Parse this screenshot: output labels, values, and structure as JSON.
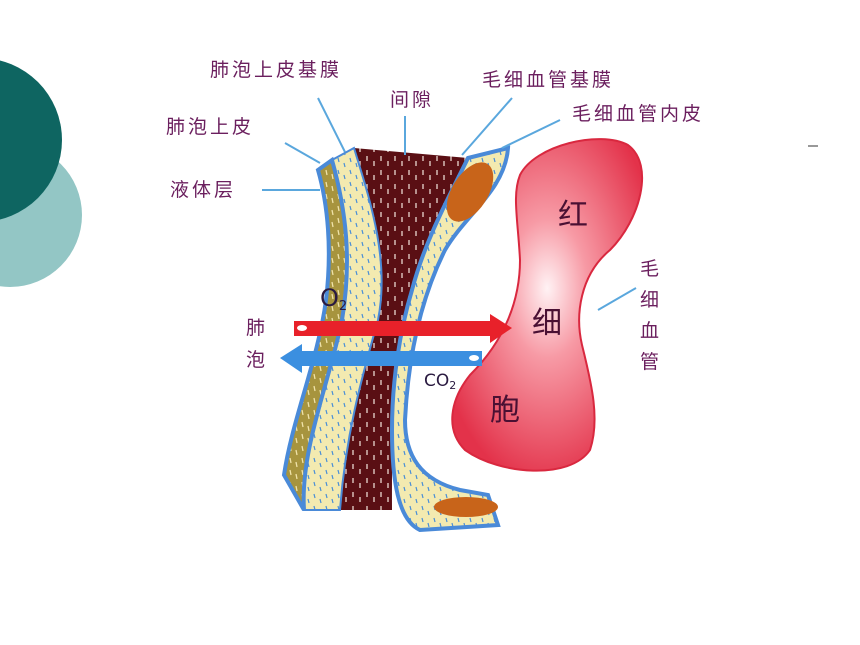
{
  "labels": {
    "alveolar_epithelium_basement_membrane": "肺泡上皮基膜",
    "interstitial_space": "间隙",
    "capillary_basement_membrane": "毛细血管基膜",
    "capillary_endothelium": "毛细血管内皮",
    "alveolar_epithelium": "肺泡上皮",
    "liquid_layer": "液体层",
    "alveolus": [
      "肺",
      "泡"
    ],
    "red_blood_cell": [
      "红",
      "细",
      "胞"
    ],
    "capillary": [
      "毛",
      "细",
      "血",
      "管"
    ]
  },
  "gases": {
    "o2": {
      "symbol": "O",
      "subscript": "2"
    },
    "co2": {
      "symbol": "CO",
      "subscript": "2"
    }
  },
  "colors": {
    "slide_circle_dark": "#0e6561",
    "slide_circle_light": "#93c6c5",
    "label_text": "#6b1f5e",
    "leader_line": "#5aa7dd",
    "o2_arrow": "#e8212a",
    "co2_arrow": "#3b8fe0",
    "red_blood_cell": "#ea3b52",
    "interstitial_space": "#5a0f14",
    "epithelium_olive": "#a7943e",
    "membrane_yellow": "#f3eab0",
    "nucleus": "#c8641a"
  }
}
